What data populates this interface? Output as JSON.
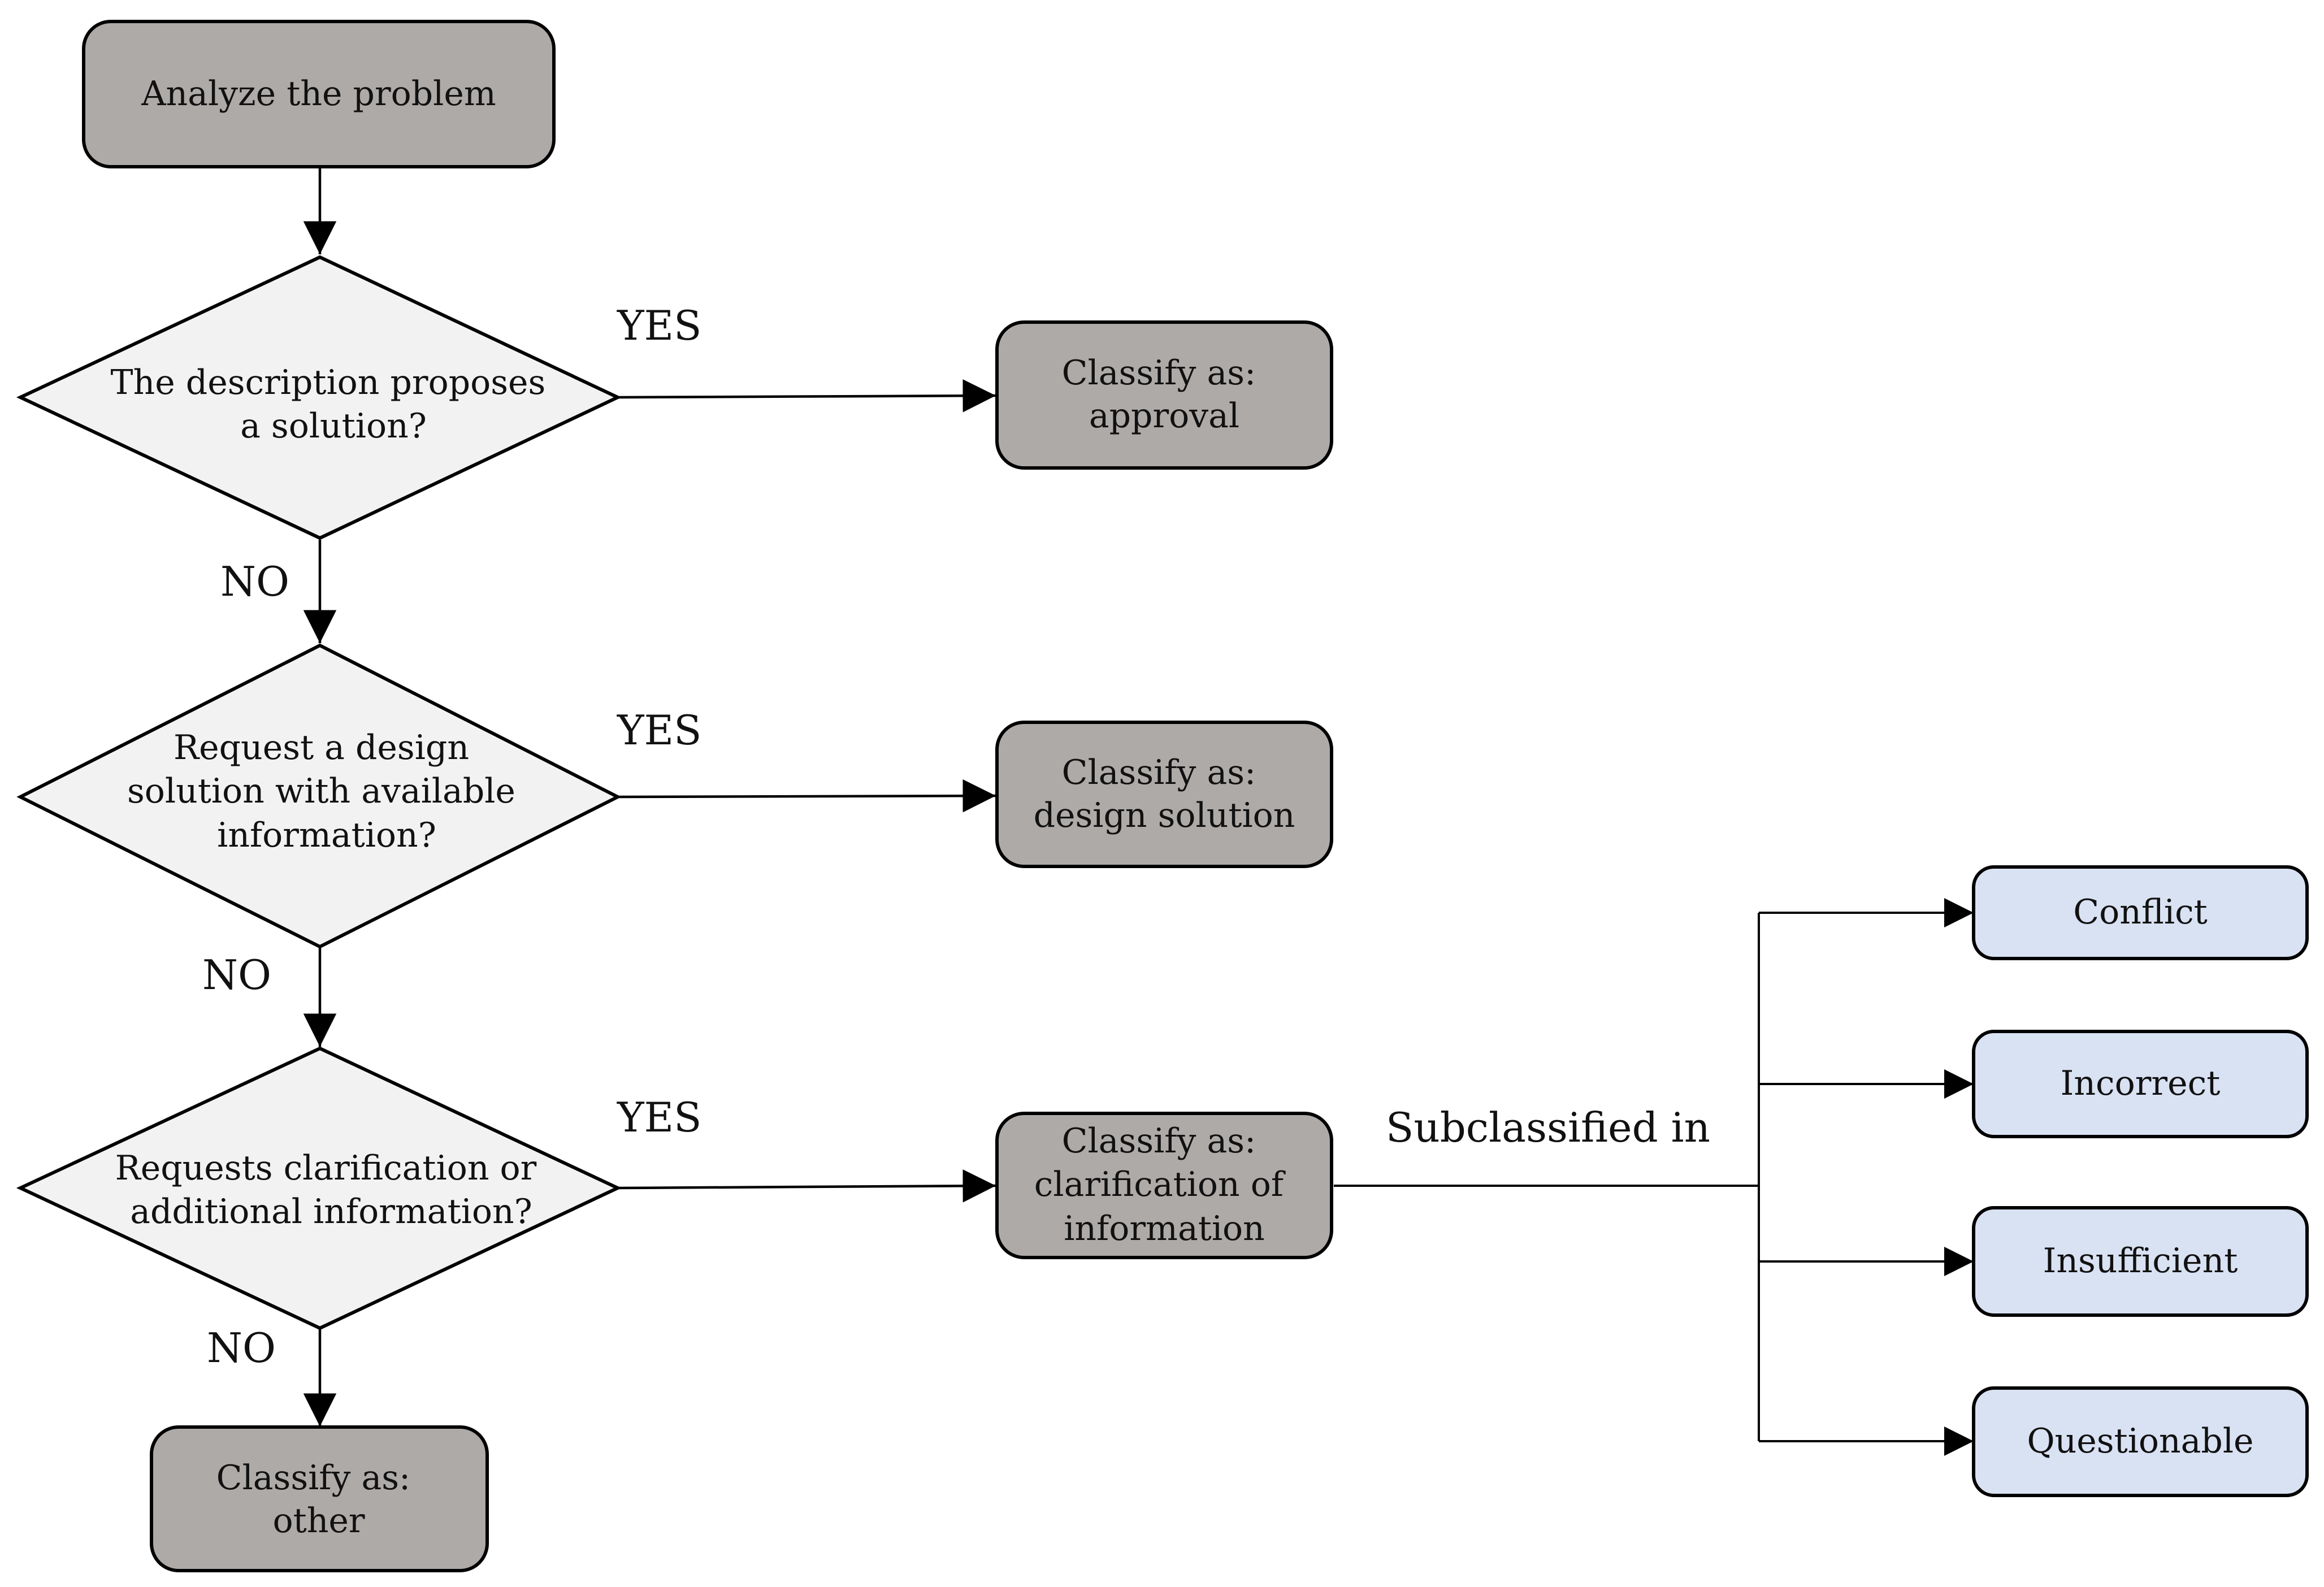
{
  "nodes": {
    "analyze": [
      "Analyze the problem"
    ],
    "q1": [
      "The description proposes",
      "a solution?"
    ],
    "q2": [
      "Request a design",
      "solution with available",
      "information?"
    ],
    "q3": [
      "Requests clarification or",
      "additional information?"
    ],
    "approval": [
      "Classify as:",
      "approval"
    ],
    "design": [
      "Classify as:",
      "design solution"
    ],
    "clarification": [
      "Classify as:",
      "clarification of",
      "information"
    ],
    "other": [
      "Classify as:",
      "other"
    ],
    "conflict": [
      "Conflict"
    ],
    "incorrect": [
      "Incorrect"
    ],
    "insufficient": [
      "Insufficient"
    ],
    "questionable": [
      "Questionable"
    ]
  },
  "edge_labels": {
    "yes1": "YES",
    "yes2": "YES",
    "yes3": "YES",
    "no1": "NO",
    "no2": "NO",
    "no3": "NO",
    "subclassified": "Subclassified in"
  },
  "colors": {
    "classify_box": "#aeaaa8",
    "subclass_box": "#d9e2f3",
    "decision_diamond": "#f2f2f2"
  }
}
